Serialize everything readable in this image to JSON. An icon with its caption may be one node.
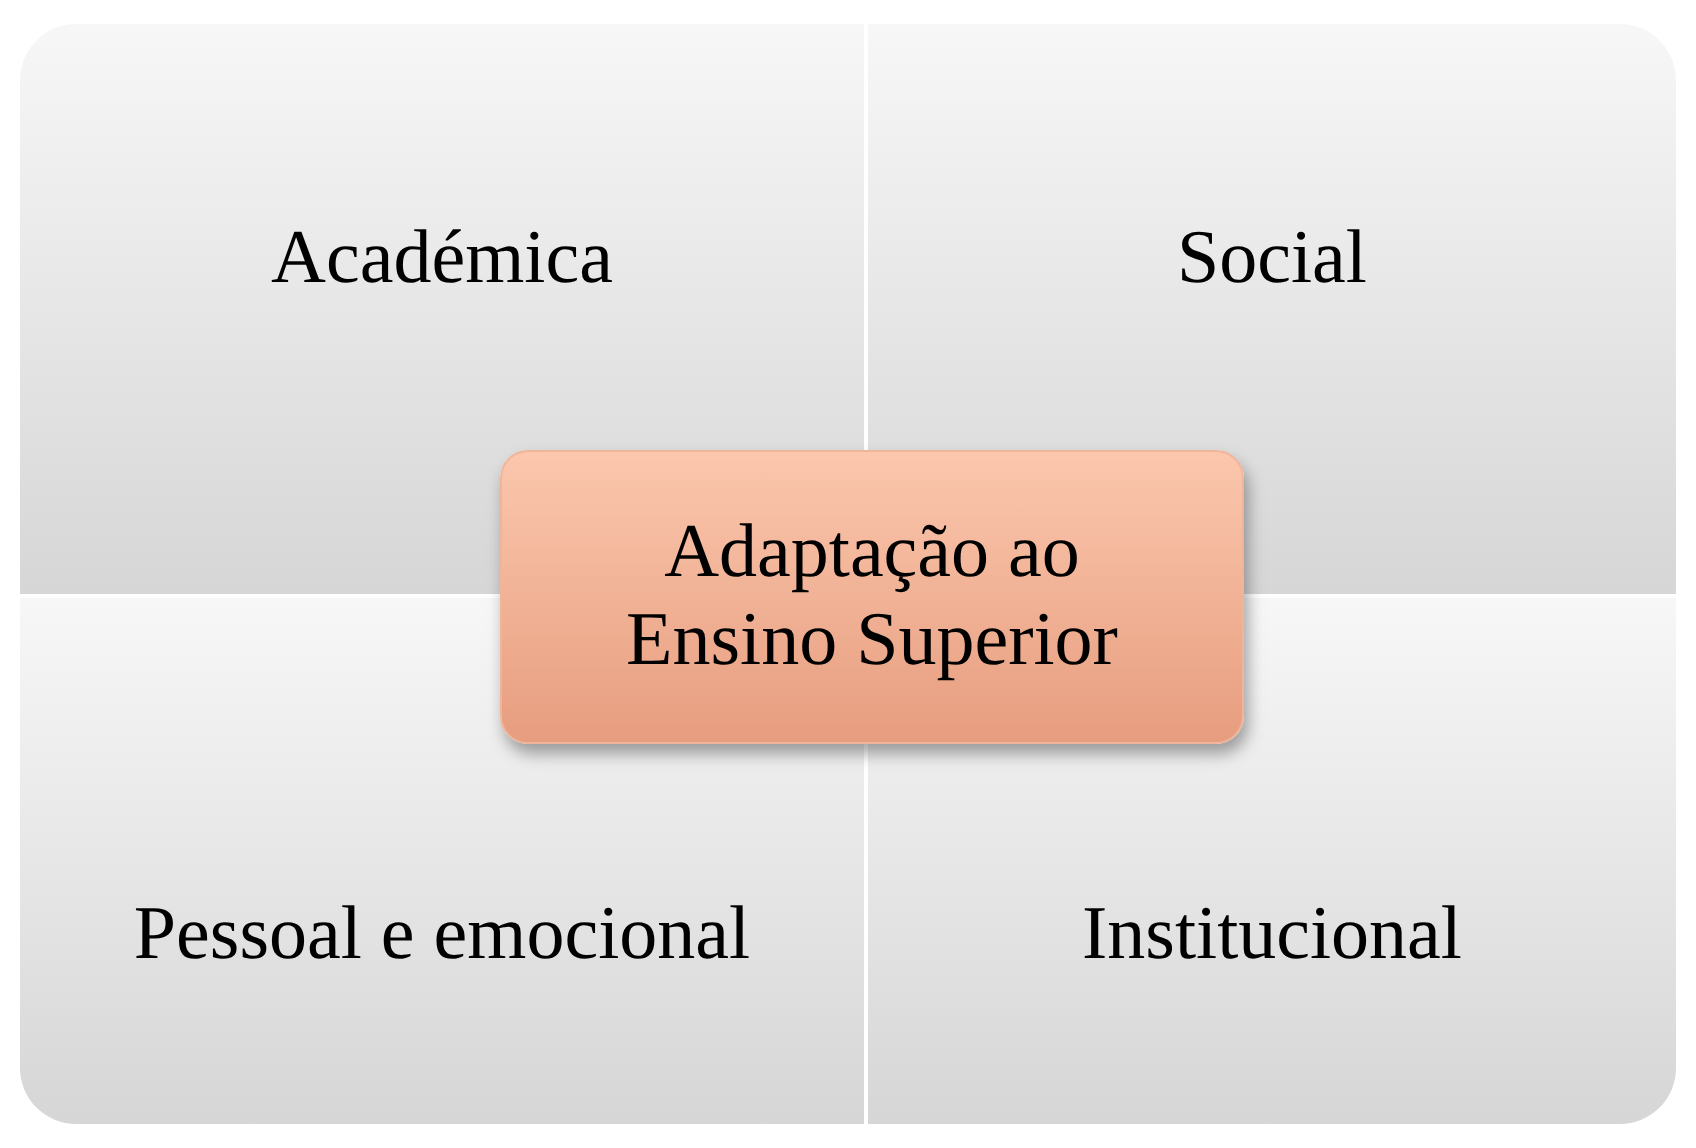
{
  "diagram": {
    "nodes": [
      {
        "text": [
          "Académica"
        ]
      },
      {
        "text": [
          "Social"
        ]
      },
      {
        "text": [
          "Pessoal e emocional"
        ]
      },
      {
        "text": [
          "Institucional"
        ]
      },
      {
        "text": [
          "Adaptação ao Ensino Superior"
        ]
      }
    ]
  }
}
